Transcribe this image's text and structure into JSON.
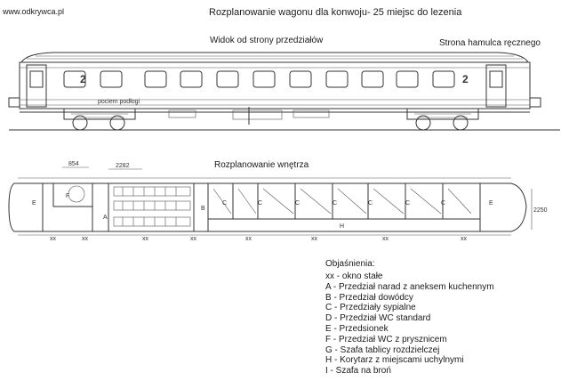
{
  "header": {
    "site": "www.odkrywca.pl",
    "title": "Rozplanowanie wagonu dla konwoju- 25 miejsc do lezenia"
  },
  "side_view": {
    "label": "Widok od strony przedziałów",
    "brake_side": "Strona hamulca ręcznego",
    "class_mark": "2",
    "plate_text": "pociem podłogi"
  },
  "floor_plan": {
    "label": "Rozplanowanie wnętrza",
    "dim_top_left": "854",
    "dim_top_mid": "2282",
    "dim_right": "2250",
    "zones": [
      "E",
      "F",
      "A",
      "B",
      "C",
      "C",
      "C",
      "C",
      "C",
      "C",
      "C",
      "H",
      "E"
    ]
  },
  "legend": {
    "heading": "Objaśnienia:",
    "items": [
      "xx - okno stałe",
      "A - Przedział narad z aneksem kuchennym",
      "B - Przedział dowódcy",
      "C - Przedziały sypialne",
      "D - Przedział WC standard",
      "E - Przedsionek",
      "F - Przedział WC z prysznicem",
      "G - Szafa tablicy rozdzielczej",
      "H - Korytarz z miejscami uchylnymi",
      "I - Szafa na broń"
    ]
  }
}
